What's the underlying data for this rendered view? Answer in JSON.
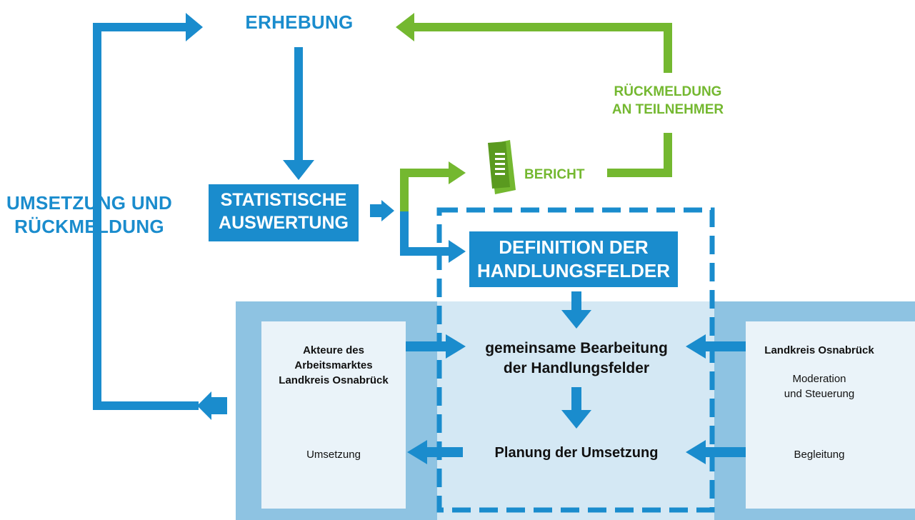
{
  "colors": {
    "blue": "#1a8ccd",
    "green": "#74b830",
    "panel_outer": "#8ec3e2",
    "panel_inner": "#eaf3f9",
    "panel_center": "#d4e8f4",
    "text_dark": "#111111"
  },
  "labels": {
    "erhebung": "ERHEBUNG",
    "rueckmeldung_teilnehmer_1": "RÜCKMELDUNG",
    "rueckmeldung_teilnehmer_2": "AN TEILNEHMER",
    "bericht": "BERICHT",
    "umsetzung_rueckmeldung_1": "UMSETZUNG UND",
    "umsetzung_rueckmeldung_2": "RÜCKMELDUNG",
    "statistische_1": "STATISTISCHE",
    "statistische_2": "AUSWERTUNG",
    "definition_1": "DEFINITION DER",
    "definition_2": "HANDLUNGSFELDER",
    "gemeinsame_1": "gemeinsame Bearbeitung",
    "gemeinsame_2": "der Handlungsfelder",
    "planung": "Planung der Umsetzung",
    "akteure_1": "Akteure des",
    "akteure_2": "Arbeitsmarktes",
    "akteure_3": "Landkreis Osnabrück",
    "umsetzung": "Umsetzung",
    "landkreis": "Landkreis Osnabrück",
    "moderation_1": "Moderation",
    "moderation_2": "und Steuerung",
    "begleitung": "Begleitung"
  },
  "icons": {
    "report": "report-document-icon"
  }
}
